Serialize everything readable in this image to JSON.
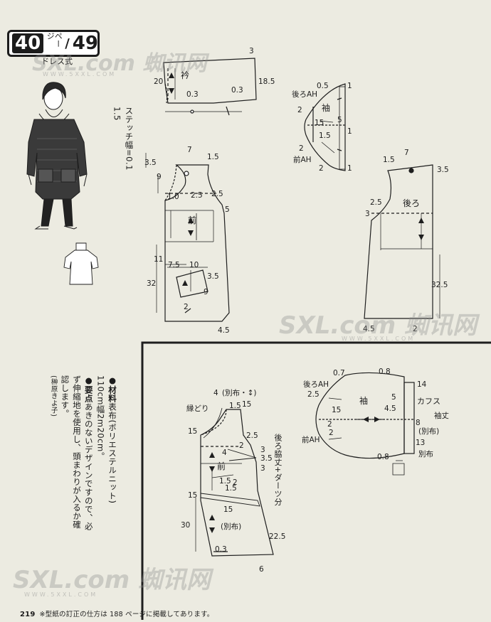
{
  "badge": {
    "pattern_no": "40",
    "page_kana": "ページ",
    "separator": "/",
    "garment_no": "49"
  },
  "style_caption": "ドレス式",
  "notes": {
    "stitch_width": "ステッチ幅=0.1",
    "stitch_width_2": "1.5",
    "materials_label": "●材料",
    "materials_text": "表布(ポリエステルニット) 110cm幅2m20cm。",
    "points_label": "●要点",
    "points_text": "あきのないデザインですので、必ず伸縮地を使用し、頭まわりが入るか確認します。",
    "designer": "(榊原きよ子)"
  },
  "footer": {
    "page_number": "219",
    "note": "※型紙の訂正の仕方は 188 ページに掲載してあります。"
  },
  "watermark": {
    "logo": "SXL.com 蜘讯网",
    "url": "WWW.5XXL.COM"
  },
  "pattern_labels": {
    "collar": "衿",
    "sleeve": "袖",
    "back_ah": "後ろAH",
    "front_ah": "前AH",
    "front": "前",
    "back": "後ろ",
    "cuff": "カフス",
    "sleeve_length": "袖丈",
    "separate_cloth": "(別布)",
    "separate_cloth_2": "別布",
    "bias_binding": "(別布・↕)",
    "edge_binding": "縁どり",
    "back_side_length": "後ろ脇丈+ダーツ分"
  }
}
